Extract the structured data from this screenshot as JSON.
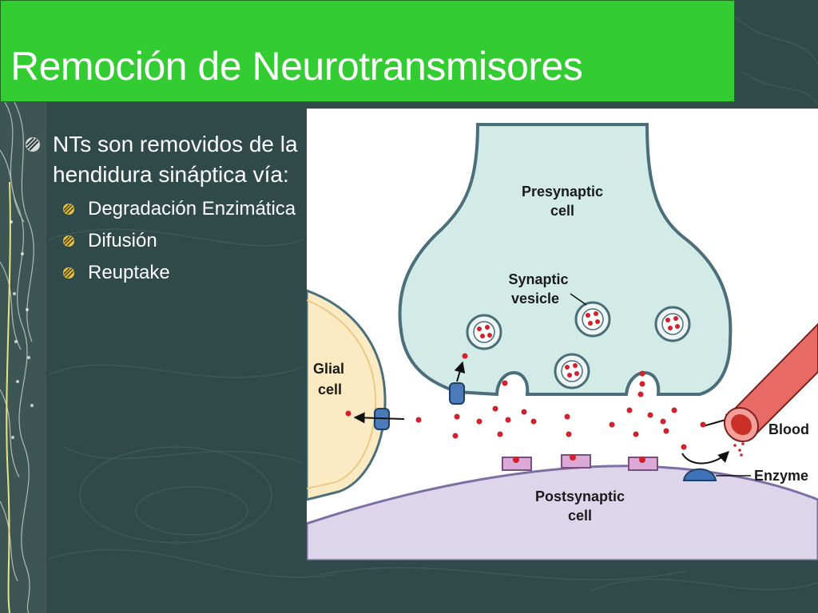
{
  "slide": {
    "title": "Remoción de Neurotransmisores",
    "bullet_main": "NTs son removidos de la hendidura sináptica vía:",
    "sub_bullets": [
      "Degradación Enzimática",
      "Difusión",
      "Reuptake"
    ]
  },
  "figure": {
    "presynaptic_line1": "Presynaptic",
    "presynaptic_line2": "cell",
    "vesicle_line1": "Synaptic",
    "vesicle_line2": "vesicle",
    "glial_line1": "Glial",
    "glial_line2": "cell",
    "blood": "Blood",
    "enzyme": "Enzyme",
    "postsynaptic_line1": "Postsynaptic",
    "postsynaptic_line2": "cell"
  },
  "colors": {
    "background": "#2f4a48",
    "title_bar": "#33cc33",
    "presynaptic_fill": "#d3ebe6",
    "glial_fill": "#fcebc2",
    "postsynaptic_fill": "#ddd6ea",
    "neurotransmitter": "#d4202a",
    "blood_vessel": "#e86a64",
    "enzyme": "#3f73b8"
  }
}
